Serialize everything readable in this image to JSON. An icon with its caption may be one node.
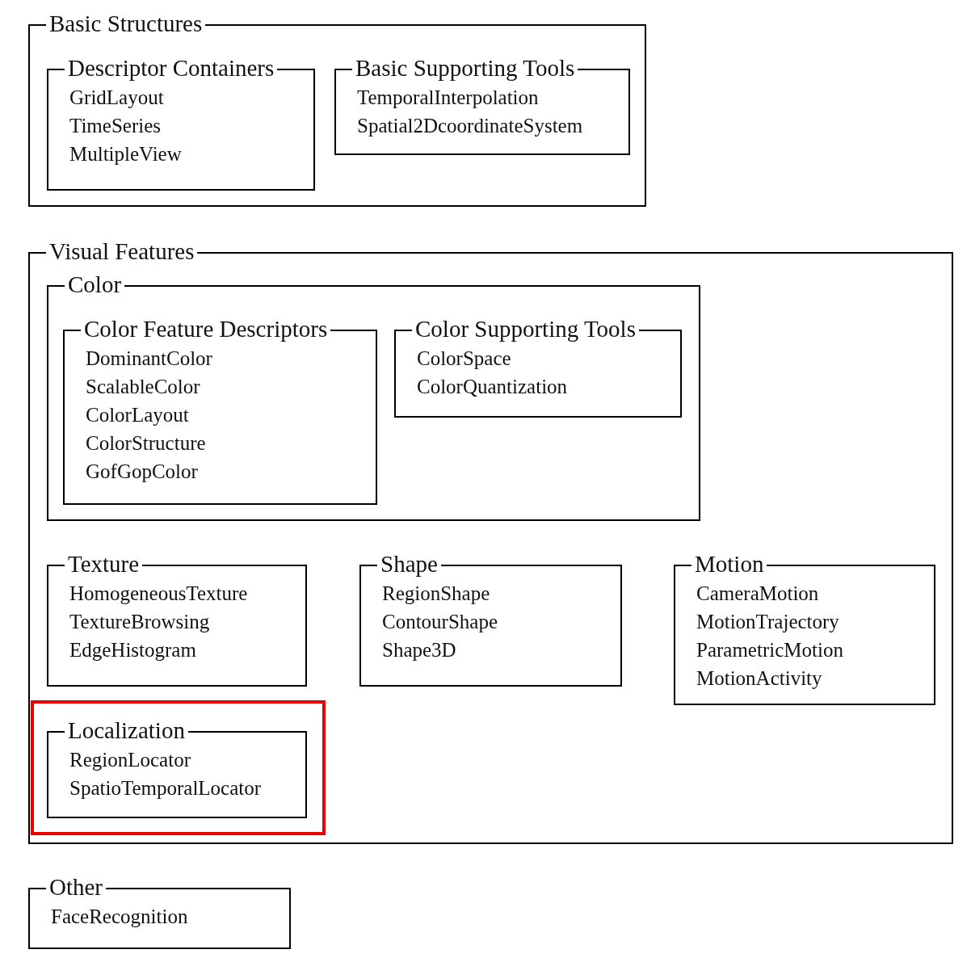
{
  "diagram": {
    "nodes": [
      {
        "text": [
          "Basic Structures"
        ]
      },
      {
        "text": [
          "Descriptor Containers",
          "GridLayout",
          "TimeSeries",
          "MultipleView"
        ],
        "in": 0
      },
      {
        "text": [
          "Basic Supporting Tools",
          "TemporalInterpolation",
          "Spatial2DcoordinateSystem"
        ],
        "in": 0
      },
      {
        "text": [
          "Visual Features"
        ]
      },
      {
        "text": [
          "Color"
        ],
        "in": 3
      },
      {
        "text": [
          "Color Feature Descriptors",
          "DominantColor",
          "ScalableColor",
          "ColorLayout",
          "ColorStructure",
          "GofGopColor"
        ],
        "in": 4
      },
      {
        "text": [
          "Color Supporting Tools",
          "ColorSpace",
          "ColorQuantization"
        ],
        "in": 4
      },
      {
        "text": [
          "Texture",
          "HomogeneousTexture",
          "TextureBrowsing",
          "EdgeHistogram"
        ],
        "in": 3
      },
      {
        "text": [
          "Shape",
          "RegionShape",
          "ContourShape",
          "Shape3D"
        ],
        "in": 3
      },
      {
        "text": [
          "Motion",
          "CameraMotion",
          "MotionTrajectory",
          "ParametricMotion",
          "MotionActivity"
        ],
        "in": 3
      },
      {
        "text": [],
        "shape": "box",
        "in": 3
      },
      {
        "text": [
          "Localization",
          "RegionLocator",
          "SpatioTemporalLocator"
        ],
        "in": 10
      },
      {
        "text": [
          "Other",
          "FaceRecognition"
        ]
      }
    ]
  }
}
